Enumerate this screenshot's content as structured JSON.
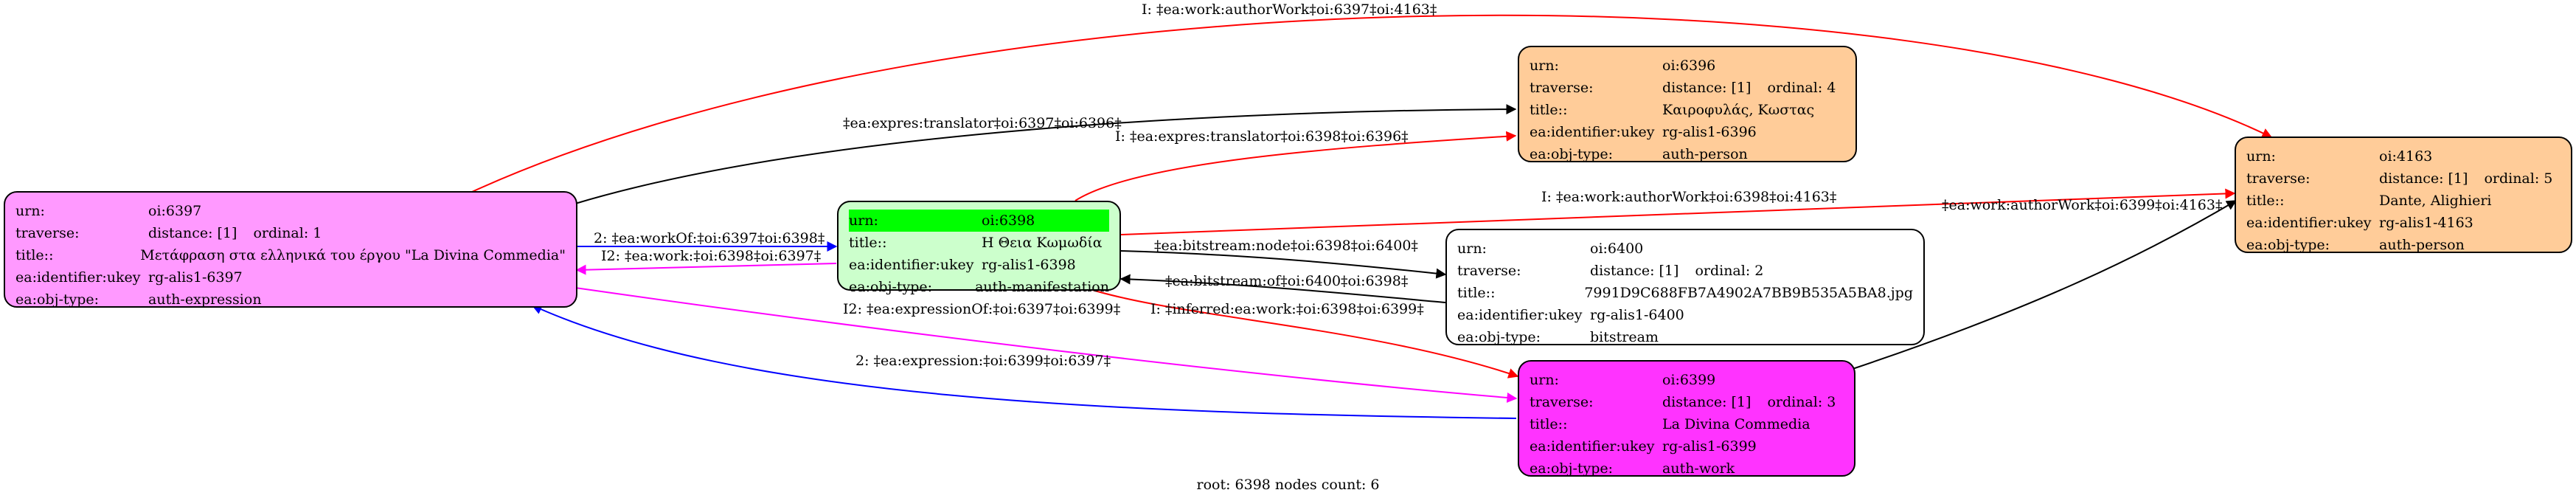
{
  "nodes": {
    "n6397": {
      "color": "#ff99ff",
      "rows": [
        {
          "k": "urn:",
          "v": "oi:6397"
        },
        {
          "k": "traverse:",
          "v": "distance: [1]",
          "extra": "ordinal: 1"
        },
        {
          "k": "title::",
          "v": "Μετάφραση στα ελληνικά του έργου \"La Divina Commedia\""
        },
        {
          "k": "ea:identifier:ukey",
          "v": "rg-alis1-6397"
        },
        {
          "k": "ea:obj-type:",
          "v": "auth-expression"
        }
      ]
    },
    "n6398": {
      "color": "#ccffcc",
      "rows": [
        {
          "k": "urn:",
          "v": "oi:6398",
          "highlight": true
        },
        {
          "k": "title::",
          "v": "Η Θεια Κωμωδία"
        },
        {
          "k": "ea:identifier:ukey",
          "v": "rg-alis1-6398"
        },
        {
          "k": "ea:obj-type:",
          "v": "auth-manifestation"
        }
      ]
    },
    "n6396": {
      "color": "#ffcc99",
      "rows": [
        {
          "k": "urn:",
          "v": "oi:6396"
        },
        {
          "k": "traverse:",
          "v": "distance: [1]",
          "extra": "ordinal: 4"
        },
        {
          "k": "title::",
          "v": "Καιροφυλάς, Κωστας"
        },
        {
          "k": "ea:identifier:ukey",
          "v": "rg-alis1-6396"
        },
        {
          "k": "ea:obj-type:",
          "v": "auth-person"
        }
      ]
    },
    "n6400": {
      "color": "#ffffff",
      "rows": [
        {
          "k": "urn:",
          "v": "oi:6400"
        },
        {
          "k": "traverse:",
          "v": "distance: [1]",
          "extra": "ordinal: 2"
        },
        {
          "k": "title::",
          "v": "7991D9C688FB7A4902A7BB9B535A5BA8.jpg"
        },
        {
          "k": "ea:identifier:ukey",
          "v": "rg-alis1-6400"
        },
        {
          "k": "ea:obj-type:",
          "v": "bitstream"
        }
      ]
    },
    "n6399": {
      "color": "#ff33ff",
      "rows": [
        {
          "k": "urn:",
          "v": "oi:6399"
        },
        {
          "k": "traverse:",
          "v": "distance: [1]",
          "extra": "ordinal: 3"
        },
        {
          "k": "title::",
          "v": "La Divina Commedia"
        },
        {
          "k": "ea:identifier:ukey",
          "v": "rg-alis1-6399"
        },
        {
          "k": "ea:obj-type:",
          "v": "auth-work"
        }
      ]
    },
    "n4163": {
      "color": "#ffcc99",
      "rows": [
        {
          "k": "urn:",
          "v": "oi:4163"
        },
        {
          "k": "traverse:",
          "v": "distance: [1]",
          "extra": "ordinal: 5"
        },
        {
          "k": "title::",
          "v": "Dante, Alighieri"
        },
        {
          "k": "ea:identifier:ukey",
          "v": "rg-alis1-4163"
        },
        {
          "k": "ea:obj-type:",
          "v": "auth-person"
        }
      ]
    }
  },
  "edge_colors": {
    "black": "#000000",
    "red": "#ff0000",
    "blue": "#0000ff",
    "magenta": "#ff00ff"
  },
  "edges": [
    {
      "id": "e1",
      "label": "I: ‡ea:work:authorWork‡oi:6397‡oi:4163‡",
      "color": "red"
    },
    {
      "id": "e2",
      "label": "‡ea:expres:translator‡oi:6397‡oi:6396‡",
      "color": "black"
    },
    {
      "id": "e3",
      "label": "I: ‡ea:expres:translator‡oi:6398‡oi:6396‡",
      "color": "red"
    },
    {
      "id": "e4",
      "label": "I: ‡ea:work:authorWork‡oi:6398‡oi:4163‡",
      "color": "red"
    },
    {
      "id": "e5",
      "label": "‡ea:bitstream:node‡oi:6398‡oi:6400‡",
      "color": "black"
    },
    {
      "id": "e6",
      "label": "‡ea:bitstream:of‡oi:6400‡oi:6398‡",
      "color": "black"
    },
    {
      "id": "e7",
      "label": "I: ‡inferred:ea:work:‡oi:6398‡oi:6399‡",
      "color": "red"
    },
    {
      "id": "e8",
      "label": "‡ea:work:authorWork‡oi:6399‡oi:4163‡",
      "color": "black"
    },
    {
      "id": "e9",
      "label": "2: ‡ea:workOf:‡oi:6397‡oi:6398‡",
      "color": "blue"
    },
    {
      "id": "e10",
      "label": "I2: ‡ea:work:‡oi:6398‡oi:6397‡",
      "color": "magenta"
    },
    {
      "id": "e11",
      "label": "I2: ‡ea:expressionOf:‡oi:6397‡oi:6399‡",
      "color": "magenta"
    },
    {
      "id": "e12",
      "label": "2: ‡ea:expression:‡oi:6399‡oi:6397‡",
      "color": "blue"
    }
  ],
  "footer": "root: 6398 nodes count: 6"
}
